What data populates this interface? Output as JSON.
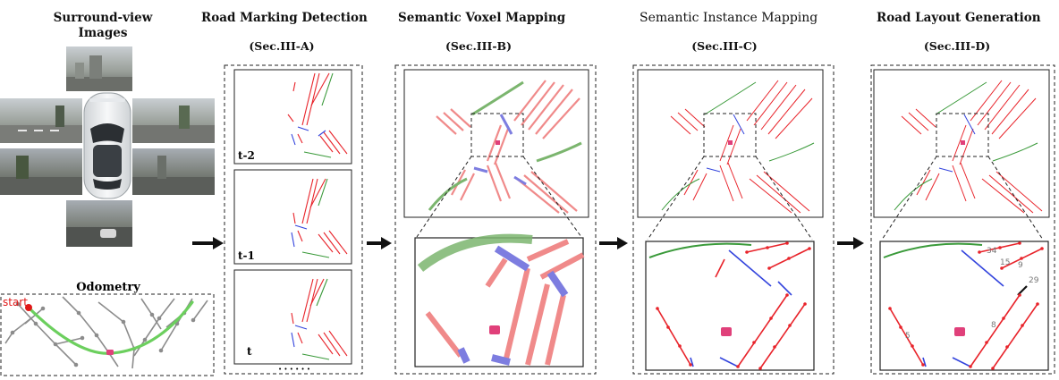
{
  "inputs": {
    "surround_title": [
      "Surround-view",
      "Images"
    ],
    "odometry_title": "Odometry",
    "start_label": "start"
  },
  "stages": [
    {
      "title": "Road Marking Detection",
      "section": "(Sec.III-A)"
    },
    {
      "title": "Semantic Voxel Mapping",
      "section": "(Sec.III-B)"
    },
    {
      "title": "Semantic Instance Mapping",
      "section": "(Sec.III-C)"
    },
    {
      "title": "Road Layout Generation",
      "section": "(Sec.III-D)"
    }
  ],
  "frames": [
    "t-2",
    "t-1",
    "t"
  ],
  "ellipsis": "• • • • • •",
  "instance_ids": [
    "34",
    "15",
    "9",
    "29",
    "8",
    "5"
  ],
  "colors": {
    "lane_red": "#e8232a",
    "lane_green": "#3a9a3a",
    "junction_blue": "#3344dd",
    "trajectory_green": "#6ccf5e",
    "trajectory_gray": "#8c8c8c",
    "start_red": "#e01818",
    "ego_pink": "#e0407a",
    "arrow_black": "#111111"
  }
}
